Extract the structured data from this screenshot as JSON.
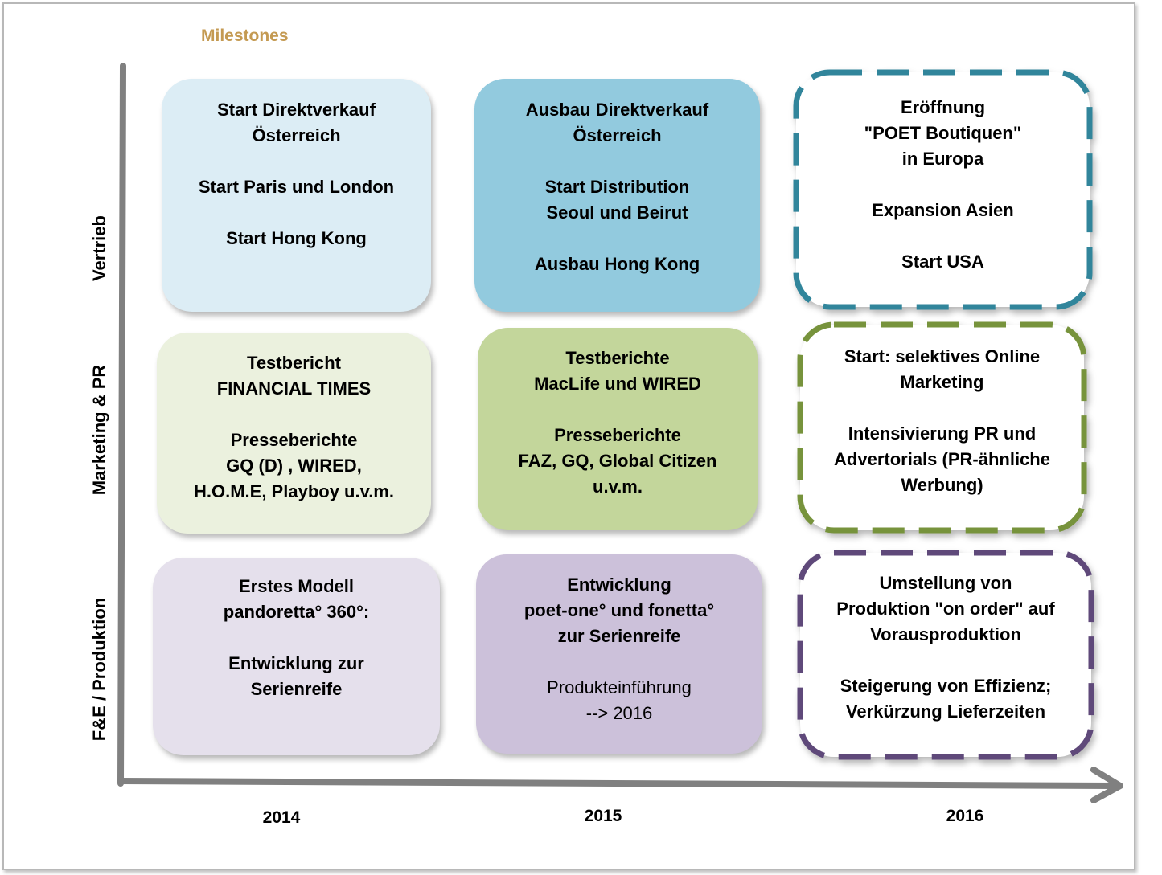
{
  "title": "Milestones",
  "rows": [
    "Vertrieb",
    "Marketing & PR",
    "F&E / Produktion"
  ],
  "years": [
    "2014",
    "2015",
    "2016"
  ],
  "colors": {
    "title": "#c49a52",
    "axis": "#808080",
    "vertrieb_2014": "#dcedf5",
    "vertrieb_2015": "#92cade",
    "vertrieb_2016_border": "#31859b",
    "marketing_2014": "#ebf1de",
    "marketing_2015": "#c3d69b",
    "marketing_2016_border": "#77933c",
    "produktion_2014": "#e5e0ec",
    "produktion_2015": "#ccc1da",
    "produktion_2016_border": "#5f497a"
  },
  "cells": {
    "vertrieb_2014": {
      "blocks": [
        "Start Direktverkauf\nÖsterreich",
        "Start Paris und London",
        "Start  Hong Kong"
      ]
    },
    "vertrieb_2015": {
      "blocks": [
        "Ausbau Direktverkauf\nÖsterreich",
        "Start Distribution\nSeoul und Beirut",
        "Ausbau Hong Kong"
      ]
    },
    "vertrieb_2016": {
      "blocks": [
        "Eröffnung\n\"POET Boutiquen\"\nin Europa",
        "Expansion Asien",
        "Start USA"
      ]
    },
    "marketing_2014": {
      "blocks": [
        "Testbericht\nFINANCIAL TIMES",
        "Presseberichte\nGQ (D) , WIRED,\nH.O.M.E, Playboy u.v.m."
      ]
    },
    "marketing_2015": {
      "blocks": [
        "Testberichte\nMacLife und WIRED",
        "Presseberichte\nFAZ, GQ,  Global Citizen\nu.v.m."
      ]
    },
    "marketing_2016": {
      "blocks": [
        "Start: selektives Online\nMarketing",
        "Intensivierung PR und\nAdvertorials (PR-ähnliche\nWerbung)"
      ]
    },
    "produktion_2014": {
      "blocks": [
        "Erstes Modell\npandoretta° 360°:",
        "Entwicklung zur\nSerienreife"
      ]
    },
    "produktion_2015": {
      "blocks": [
        "Entwicklung\npoet-one° und fonetta°\nzur Serienreife"
      ],
      "note": "Produkteinführung\n--> 2016"
    },
    "produktion_2016": {
      "blocks": [
        "Umstellung von\nProduktion \"on order\" auf\nVorausproduktion",
        "Steigerung von Effizienz;\nVerkürzung Lieferzeiten"
      ]
    }
  }
}
